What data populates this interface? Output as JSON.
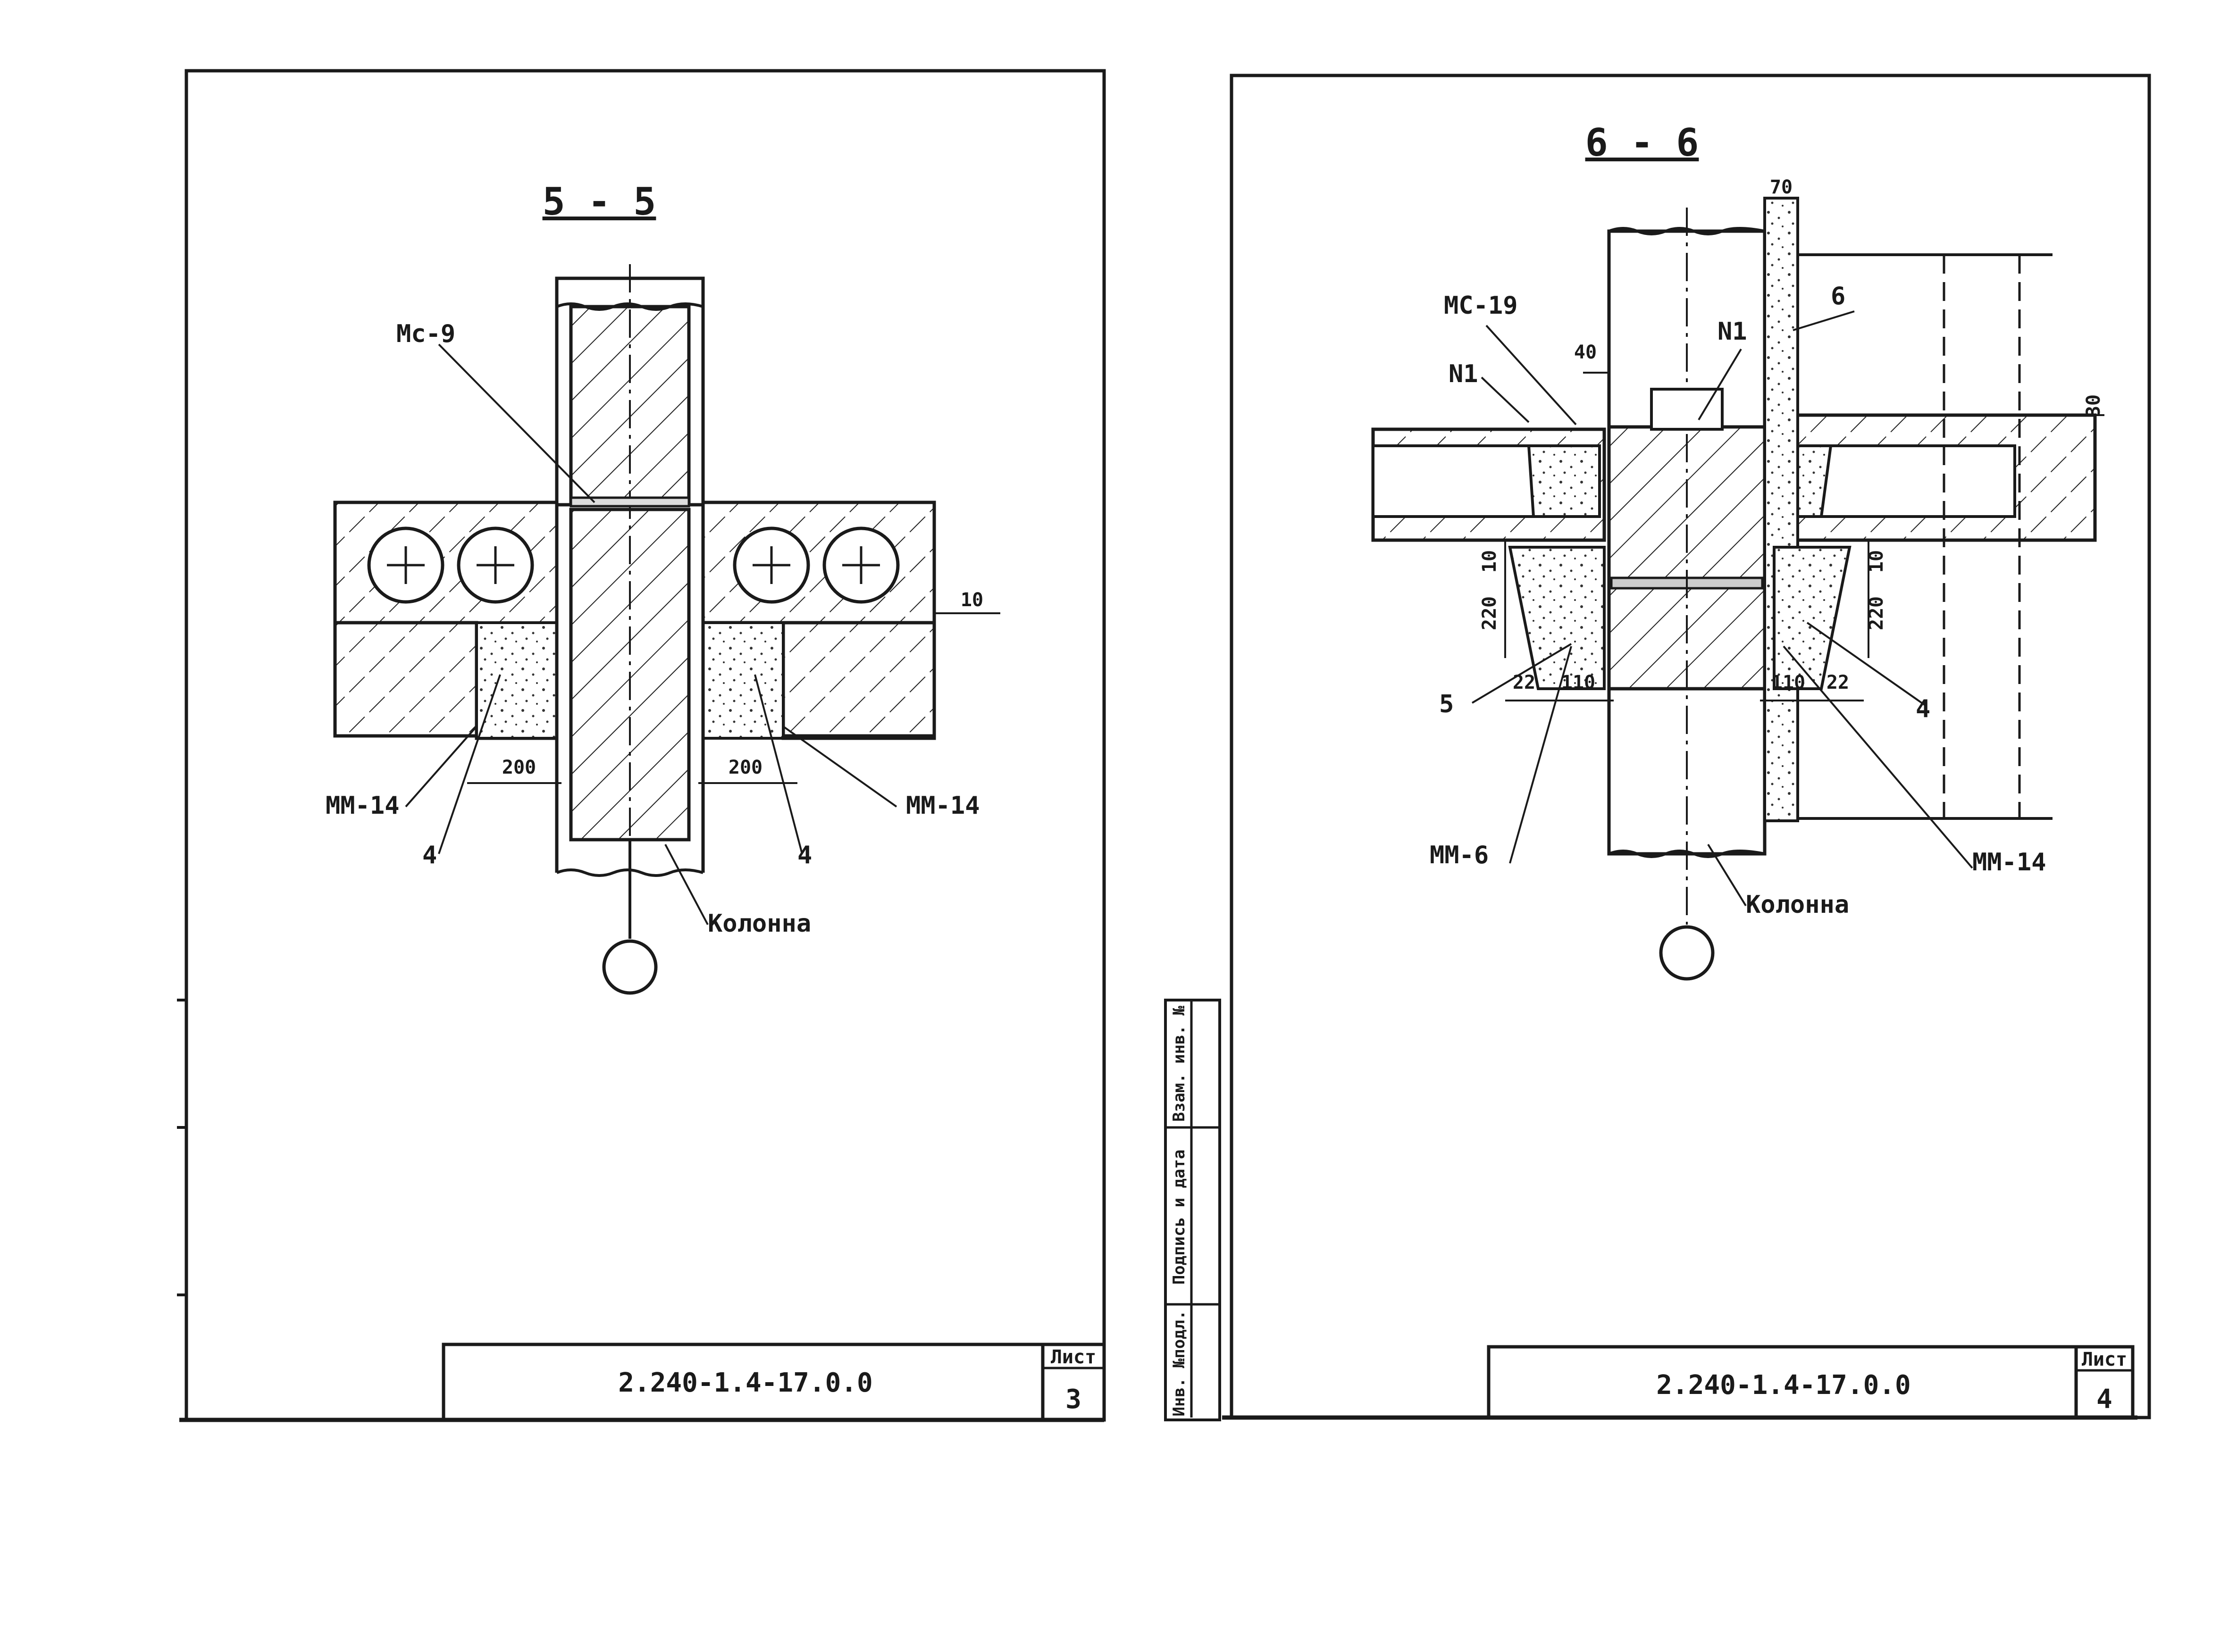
{
  "sheet_left": {
    "section_title": "5 - 5",
    "labels": {
      "mc9": "Мс-9",
      "mm14_left": "ММ-14",
      "mm14_right": "ММ-14",
      "item4_left": "4",
      "item4_right": "4",
      "column": "Колонна"
    },
    "dimensions": {
      "dim200_left": "200",
      "dim200_right": "200",
      "dim10": "10"
    },
    "title_block": {
      "code": "2.240-1.4-17.0.0",
      "sheet_label": "Лист",
      "sheet_no": "3"
    }
  },
  "sheet_right": {
    "section_title": "6 - 6",
    "labels": {
      "mc19": "МС-19",
      "n1_left": "N1",
      "n1_right": "N1",
      "item6": "6",
      "item5": "5",
      "item4": "4",
      "mm6": "ММ-6",
      "mm14": "ММ-14",
      "column": "Колонна"
    },
    "dimensions": {
      "dim70": "70",
      "dim40": "40",
      "dim30": "30",
      "dim10_left": "10",
      "dim220_left": "220",
      "dim22_left": "22",
      "dim110_left": "110",
      "dim10_right": "10",
      "dim220_right": "220",
      "dim110_right": "110",
      "dim22_right": "22"
    },
    "side_stamp": {
      "inv_no": "Инв. №подл.",
      "sign_date": "Подпись и дата",
      "replace_inv": "Взам. инв. №"
    },
    "title_block": {
      "code": "2.240-1.4-17.0.0",
      "sheet_label": "Лист",
      "sheet_no": "4"
    }
  }
}
